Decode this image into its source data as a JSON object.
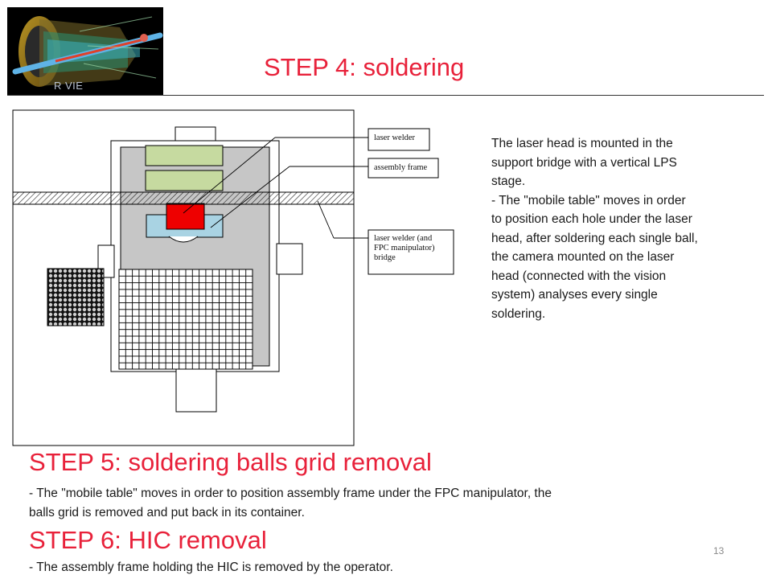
{
  "header": {
    "logo_caption": "R VIE",
    "step4_title": "STEP 4: soldering"
  },
  "diagram": {
    "callout_laser_welder": "laser welder",
    "callout_assembly_frame": "assembly frame",
    "callout_bridge_lines": [
      "laser welder (and",
      "FPC manipulator)",
      "bridge"
    ]
  },
  "step4": {
    "paragraph_lines": [
      "The laser head is mounted in the",
      "support bridge with a vertical LPS",
      "stage.",
      "- The \"mobile table\" moves in order",
      "to position each hole under the laser",
      "head, after soldering each single ball,",
      "the camera mounted on the laser",
      "head (connected with the vision",
      "system) analyses every single",
      "soldering."
    ]
  },
  "step5": {
    "title": "STEP 5: soldering balls grid removal",
    "paragraph_lines": [
      "- The \"mobile table\" moves in order to position assembly frame under the FPC manipulator, the",
      "balls grid is removed and put back in its container."
    ]
  },
  "step6": {
    "title": "STEP 6: HIC removal",
    "paragraph": "- The assembly frame holding the HIC  is removed by the operator."
  },
  "footer": {
    "page_number": "13"
  }
}
